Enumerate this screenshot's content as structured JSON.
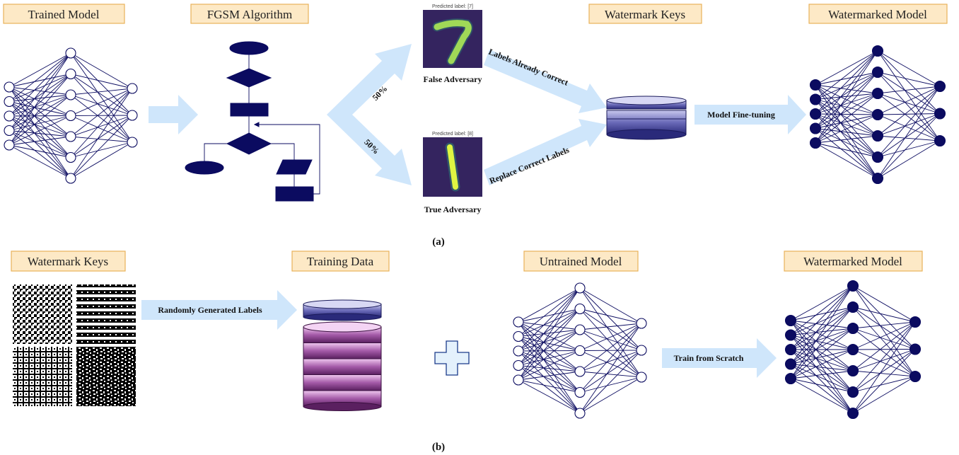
{
  "panel_a": {
    "headers": {
      "trained_model": "Trained Model",
      "fgsm": "FGSM Algorithm",
      "watermark_keys": "Watermark Keys",
      "watermarked_model": "Watermarked Model"
    },
    "pct_top": "50%",
    "pct_bottom": "50%",
    "predicted_top": "Predicted label: [7]",
    "predicted_bottom": "Predicted label: [8]",
    "false_adversary": "False Adversary",
    "true_adversary": "True Adversary",
    "labels_already_correct": "Labels Already Correct",
    "replace_correct_labels": "Replace Correct Labels",
    "model_finetuning": "Model Fine-tuning",
    "caption": "(a)"
  },
  "panel_b": {
    "headers": {
      "watermark_keys": "Watermark Keys",
      "training_data": "Training Data",
      "untrained_model": "Untrained Model",
      "watermarked_model": "Watermarked Model"
    },
    "randomly_generated_labels": "Randomly Generated Labels",
    "train_from_scratch": "Train from Scratch",
    "caption": "(b)"
  },
  "colors": {
    "node_fill_dark": "#0b0b60",
    "edge": "#0b0b60",
    "header_fill": "#fde9c6",
    "header_border": "#e8b25a",
    "arrow": "#cfe6fb"
  }
}
